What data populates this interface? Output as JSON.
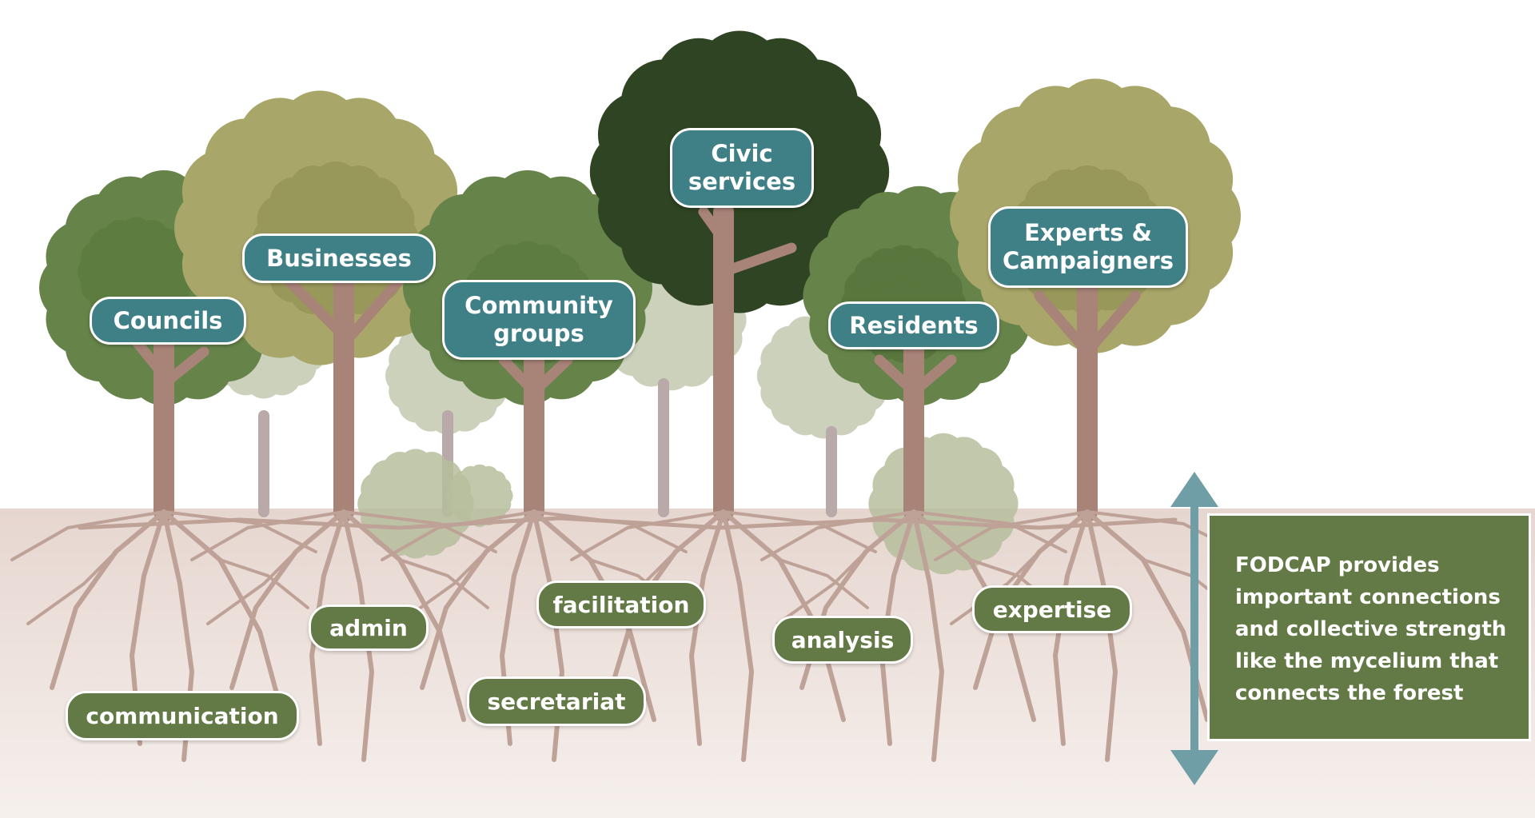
{
  "trees": [
    {
      "id": "councils",
      "label": "Councils"
    },
    {
      "id": "businesses",
      "label": "Businesses"
    },
    {
      "id": "community-groups",
      "label": "Community\ngroups"
    },
    {
      "id": "civic-services",
      "label": "Civic\nservices"
    },
    {
      "id": "residents",
      "label": "Residents"
    },
    {
      "id": "experts-campaigners",
      "label": "Experts &\nCampaigners"
    }
  ],
  "roots": [
    {
      "id": "admin",
      "label": "admin"
    },
    {
      "id": "communication",
      "label": "communication"
    },
    {
      "id": "facilitation",
      "label": "facilitation"
    },
    {
      "id": "secretariat",
      "label": "secretariat"
    },
    {
      "id": "analysis",
      "label": "analysis"
    },
    {
      "id": "expertise",
      "label": "expertise"
    }
  ],
  "info_text": "FODCAP provides important connections and collective strength like the mycelium that connects the forest",
  "colors": {
    "sky": "#ffffff",
    "soil": "#e9dcd6",
    "trunk": "#a88378",
    "root": "#bea297",
    "label_teal": "#3f7f86",
    "label_green": "#637a47",
    "arrow": "#6f9ea6",
    "foliage_dark": "#2f4422",
    "foliage_mid": "#66844a",
    "foliage_olive": "#a8a668",
    "foliage_pale": "#c0c6ac"
  }
}
